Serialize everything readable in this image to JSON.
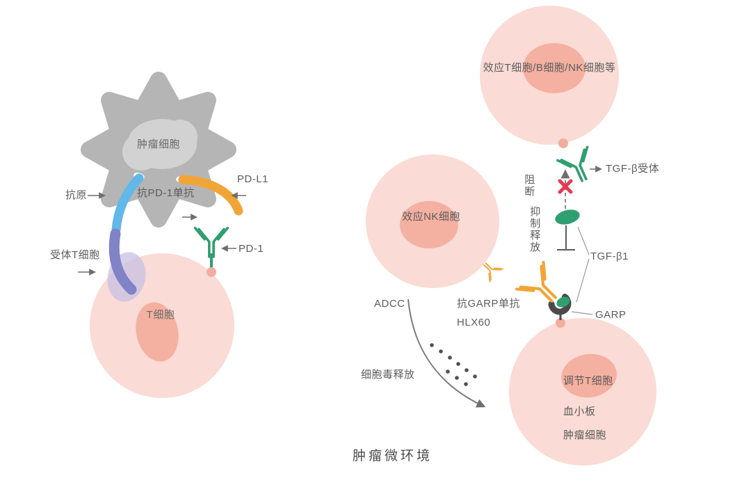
{
  "figure": {
    "title": "肿瘤微环境"
  },
  "left_panel": {
    "tumor_cell": "肿瘤细胞",
    "antigen": "抗原",
    "t_cell_receptor": "受体T细胞",
    "pd_l1": "PD-L1",
    "anti_pd1_mab": "抗PD-1单抗",
    "pd_1": "PD-1",
    "t_cell": "T细胞"
  },
  "right_panel": {
    "effector_cells": "效应T细胞/B细胞/NK细胞等",
    "tgf_beta_receptor": "TGF-β受体",
    "block": "阻断",
    "inhibit_release": "抑制释放",
    "tgf_beta1": "TGF-β1",
    "effector_nk_cell": "效应NK细胞",
    "anti_garp_mab": "抗GARP单抗",
    "drug_name": "HLX60",
    "garp": "GARP",
    "adcc": "ADCC",
    "cytotoxin_release": "细胞毒释放",
    "regulatory_t_cell": "调节T细胞",
    "platelet": "血小板",
    "tumor_cell": "肿瘤细胞"
  },
  "colors": {
    "cell_pink": "#fadbd5",
    "nucleus_pink": "#f4b0a0",
    "tumor_gray": "#b5b5b5",
    "tumor_nucleus_gray": "#d2d2d2",
    "antibody_green": "#2f9e70",
    "antibody_orange": "#f2a537",
    "antigen_blue": "#62b8e8",
    "tcr_purple": "#8083c6",
    "tcr_halo_lavender": "#cdc2e4",
    "block_red": "#e23b52",
    "garp_dark": "#4a4a4a",
    "text_gray": "#5c5c5c"
  }
}
